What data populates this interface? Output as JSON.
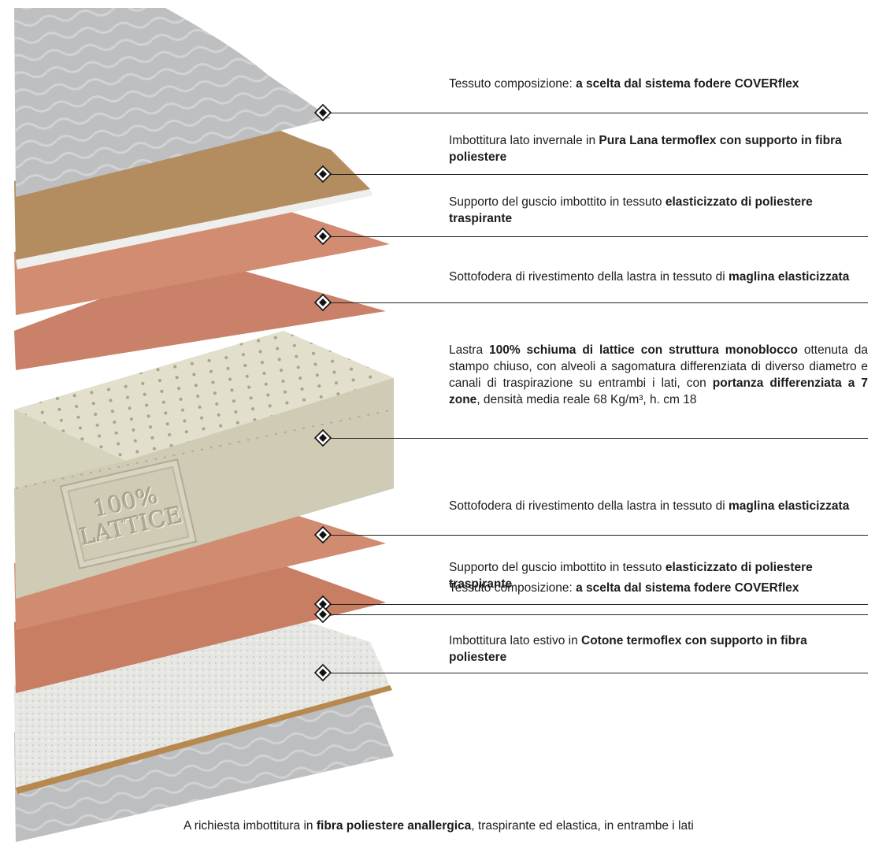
{
  "layers": [
    {
      "id": "cover-top",
      "segments": [
        {
          "t": "Tessuto composizione: "
        },
        {
          "t": "a scelta dal sistema fodere COVERflex",
          "b": true
        }
      ]
    },
    {
      "id": "winter-padding",
      "segments": [
        {
          "t": "Imbottitura lato invernale in "
        },
        {
          "t": "Pura Lana termoflex con supporto in fibra poliestere",
          "b": true
        }
      ]
    },
    {
      "id": "shell-support-top",
      "segments": [
        {
          "t": "Supporto del guscio imbottito in tessuto "
        },
        {
          "t": "elasticizzato di poliestere traspirante",
          "b": true
        }
      ]
    },
    {
      "id": "undercover-top",
      "segments": [
        {
          "t": "Sottofodera di rivestimento della lastra in tessuto di "
        },
        {
          "t": "maglina elasticizzata",
          "b": true
        }
      ]
    },
    {
      "id": "latex-core",
      "segments": [
        {
          "t": "Lastra "
        },
        {
          "t": "100% schiuma di lattice con struttura monoblocco",
          "b": true
        },
        {
          "t": " ottenuta da stampo chiuso, con alveoli a sagomatura differenziata di diverso diametro e canali di traspirazione su entrambi i lati, con "
        },
        {
          "t": "portanza differenziata a 7 zone",
          "b": true
        },
        {
          "t": ", densità media reale 68 Kg/m³, h. cm 18"
        }
      ]
    },
    {
      "id": "undercover-bottom",
      "segments": [
        {
          "t": "Sottofodera di rivestimento della lastra in tessuto di "
        },
        {
          "t": "maglina elasticizzata",
          "b": true
        }
      ]
    },
    {
      "id": "shell-support-bottom",
      "segments": [
        {
          "t": "Supporto del guscio imbottito in tessuto "
        },
        {
          "t": "elasticizzato di poliestere traspirante",
          "b": true
        }
      ]
    },
    {
      "id": "summer-padding",
      "segments": [
        {
          "t": "Imbottitura lato estivo in "
        },
        {
          "t": "Cotone termoflex con supporto in fibra poliestere",
          "b": true
        }
      ]
    },
    {
      "id": "cover-bottom",
      "segments": [
        {
          "t": "Tessuto composizione: "
        },
        {
          "t": "a scelta dal sistema fodere COVERflex",
          "b": true
        }
      ]
    }
  ],
  "stamp": {
    "line1": "100%",
    "line2": "LATTICE"
  },
  "footnote": [
    {
      "t": "A richiesta imbottitura in "
    },
    {
      "t": "fibra poliestere anallergica",
      "b": true
    },
    {
      "t": ", traspirante ed elastica, in entrambe i lati"
    }
  ],
  "colors": {
    "grey_fabric": "#bfc1c3",
    "wool": "#b38e62",
    "salmon": "#cf8a71",
    "latex": "#d9d6c2",
    "cotton": "#e7e7e5",
    "line": "#222222"
  }
}
